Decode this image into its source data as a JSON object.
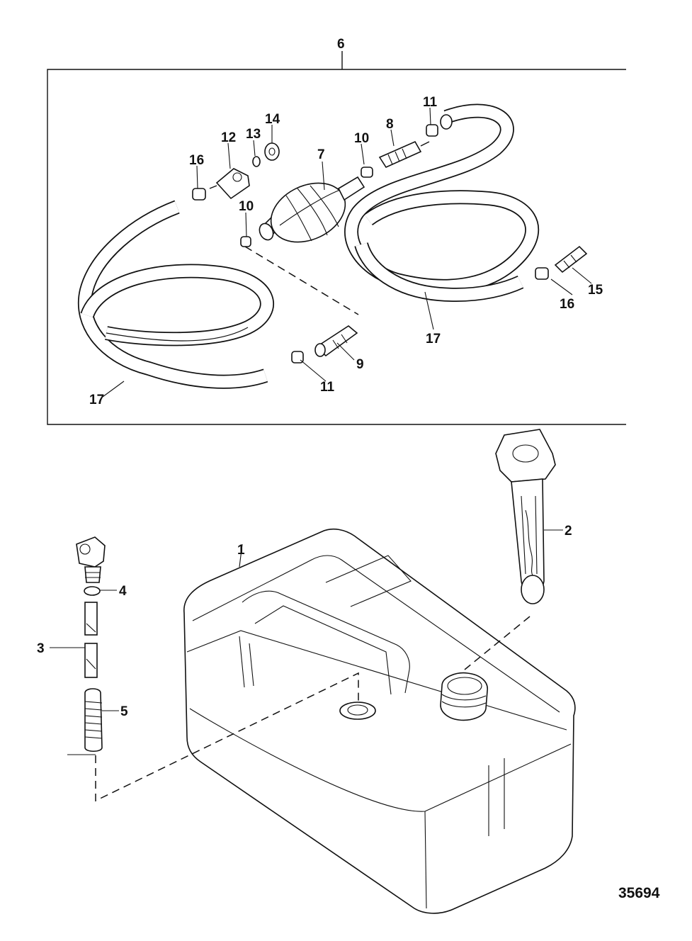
{
  "figure_number": "35694",
  "callouts": {
    "c1": "1",
    "c2": "2",
    "c3": "3",
    "c4": "4",
    "c5": "5",
    "c6": "6",
    "c7": "7",
    "c8": "8",
    "c9": "9",
    "c10a": "10",
    "c10b": "10",
    "c11a": "11",
    "c11b": "11",
    "c12": "12",
    "c13": "13",
    "c14": "14",
    "c15": "15",
    "c16a": "16",
    "c16b": "16",
    "c17a": "17",
    "c17b": "17"
  }
}
